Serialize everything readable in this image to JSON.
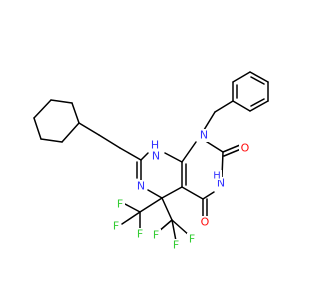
{
  "molecule": {
    "atoms": {
      "n1": {
        "text": "N",
        "color": "#3333ff"
      },
      "n_h_top": {
        "text": "H",
        "color": "#3333ff"
      },
      "n_h_top_n": {
        "text": "N",
        "color": "#3333ff"
      },
      "n_lower": {
        "text": "N",
        "color": "#3333ff"
      },
      "n_right": {
        "text": "N",
        "color": "#3333ff"
      },
      "n_right_h": {
        "text": "H",
        "color": "#3333ff"
      },
      "o_top": {
        "text": "O",
        "color": "#ff0d0d"
      },
      "o_bottom": {
        "text": "O",
        "color": "#ff0d0d"
      },
      "f1": {
        "text": "F",
        "color": "#33cc33"
      },
      "f2": {
        "text": "F",
        "color": "#33cc33"
      },
      "f3": {
        "text": "F",
        "color": "#33cc33"
      },
      "f4": {
        "text": "F",
        "color": "#33cc33"
      },
      "f5": {
        "text": "F",
        "color": "#33cc33"
      },
      "f6": {
        "text": "F",
        "color": "#33cc33"
      }
    }
  }
}
